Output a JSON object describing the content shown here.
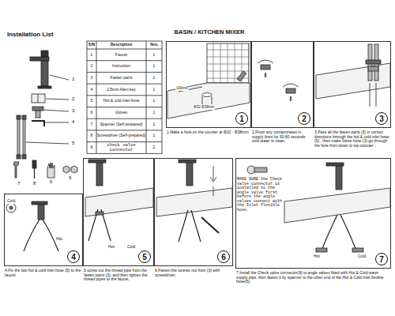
{
  "diagram": {
    "title": "BASIN / KITCHEN MIXER",
    "nodes": [
      {
        "text": [
          "1.Make a hole on the counter at Φ32 - Φ38mm"
        ]
      },
      {
        "text": [
          "1"
        ],
        "in": 0
      },
      {
        "text": [
          "2.Flush any contaminates in supply lines for 30-60 seconds until water is clean."
        ]
      },
      {
        "text": [
          "2"
        ],
        "in": 2
      },
      {
        "text": [
          "3.Pass all the fasten parts (3) in correct directions through the hot & cold inlet hose (5) , then make these hose (3) go through the hole from down to top counter ."
        ]
      },
      {
        "text": [
          "3"
        ],
        "in": 4
      },
      {
        "text": [
          "4.Fix the two hot & cold inlet hose (5) to the faucet."
        ]
      },
      {
        "text": [
          "4"
        ],
        "in": 6
      },
      {
        "text": [
          "5.screw out the thread pipe from the fasten parts (3), and then tighten the thread pipes to the faucet."
        ]
      },
      {
        "text": [
          "5"
        ],
        "in": 8
      },
      {
        "text": [
          "6.Fasten the screws nut from (3) with screwdriver."
        ]
      },
      {
        "text": [
          "6"
        ],
        "in": 10
      },
      {
        "text": [
          "7.Install the Check valve connector(9) to angle valves fitted with Hot & Cold water supply pipe, then fasten it by spanner to the other end of the Hot & Cold Inlet flexible hose(5)."
        ]
      },
      {
        "text": [
          "7"
        ],
        "in": 12
      }
    ],
    "labels": [
      "Installation List",
      "S/N",
      "Description",
      "Nos",
      "1",
      "Faucet",
      "1",
      "2",
      "Instruction",
      "1",
      "3",
      "Fasten parts",
      "1",
      "4",
      "2.5mm Allen key",
      "1",
      "5",
      "Hot & cold inlet hose",
      "1",
      "6",
      "Gloves",
      "1",
      "7",
      "Spanner (Self-prepared)",
      "1",
      "8",
      "Screwdriver (Self-prepared)",
      "1",
      "9",
      "check valve connector",
      "2",
      "1",
      "2",
      "3",
      "4",
      "5",
      "7",
      "8",
      "6",
      "9",
      "100mm",
      "Φ32-Φ38mm",
      "Cold",
      "Hot",
      "Hot",
      "Cold",
      "MAKE SURE the Check valve connector is installed to the angle valve first before the angle valves connect with the Inlet flexible hose.",
      "Hot",
      "Cold"
    ]
  }
}
